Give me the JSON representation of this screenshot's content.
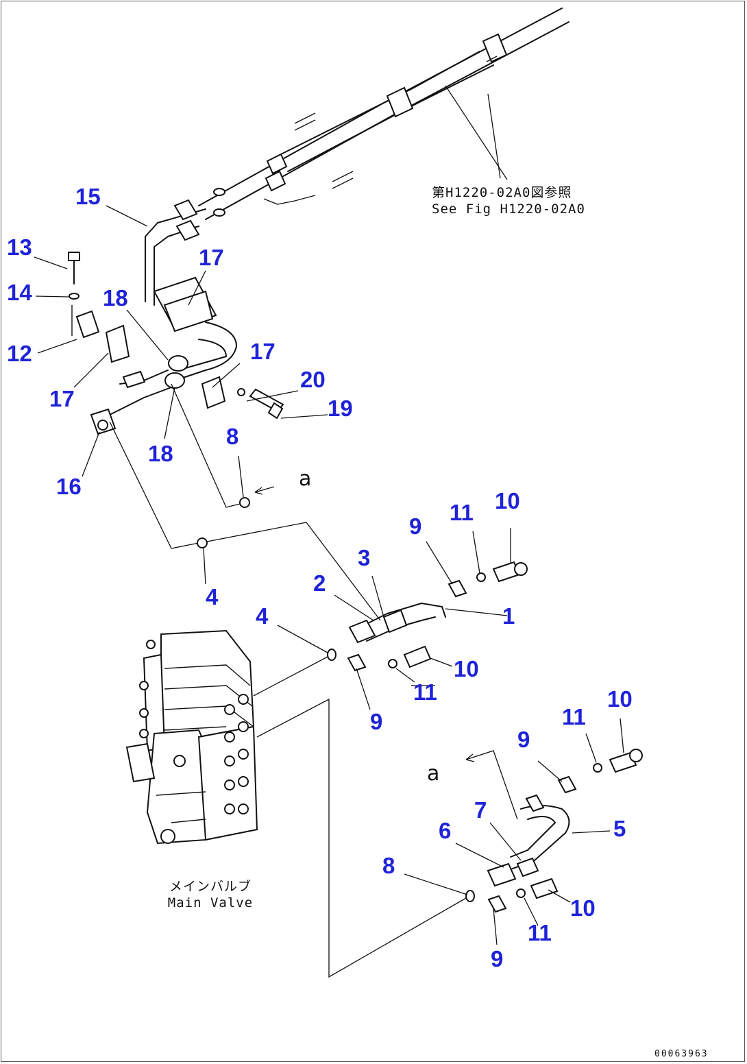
{
  "callouts": {
    "c1": "1",
    "c2": "2",
    "c3": "3",
    "c4a": "4",
    "c4b": "4",
    "c5": "5",
    "c6": "6",
    "c7": "7",
    "c8a": "8",
    "c8b": "8",
    "c9a": "9",
    "c9b": "9",
    "c9c": "9",
    "c9d": "9",
    "c10a": "10",
    "c10b": "10",
    "c10c": "10",
    "c10d": "10",
    "c11a": "11",
    "c11b": "11",
    "c11c": "11",
    "c11d": "11",
    "c12": "12",
    "c13": "13",
    "c14": "14",
    "c15": "15",
    "c16": "16",
    "c17a": "17",
    "c17b": "17",
    "c17c": "17",
    "c18a": "18",
    "c18b": "18",
    "c19": "19",
    "c20": "20"
  },
  "reference_note": {
    "line1": "第H1220-02A0図参照",
    "line2": "See Fig H1220-02A0"
  },
  "main_valve": {
    "label_jp": "メインバルブ",
    "label_en": "Main Valve"
  },
  "connection_marks": {
    "a_top": "a",
    "a_bottom": "a"
  },
  "drawing_code": "00063963"
}
